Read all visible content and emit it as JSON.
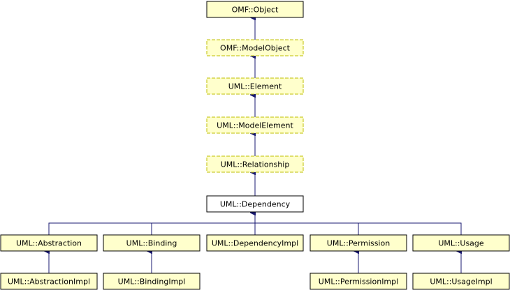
{
  "diagram": {
    "colors": {
      "solid_fill": "#ffffcc",
      "dashed_fill": "#ffffcc",
      "focus_fill": "#ffffff",
      "edge": "#191970",
      "border": "#000000",
      "dashed_border": "#bfbf00"
    },
    "nodes": {
      "omf_object": "OMF::Object",
      "omf_modelobject": "OMF::ModelObject",
      "uml_element": "UML::Element",
      "uml_modelelement": "UML::ModelElement",
      "uml_relationship": "UML::Relationship",
      "uml_dependency": "UML::Dependency",
      "uml_abstraction": "UML::Abstraction",
      "uml_binding": "UML::Binding",
      "uml_dependencyimpl": "UML::DependencyImpl",
      "uml_permission": "UML::Permission",
      "uml_usage": "UML::Usage",
      "uml_abstractionimpl": "UML::AbstractionImpl",
      "uml_bindingimpl": "UML::BindingImpl",
      "uml_permissionimpl": "UML::PermissionImpl",
      "uml_usageimpl": "UML::UsageImpl"
    }
  }
}
